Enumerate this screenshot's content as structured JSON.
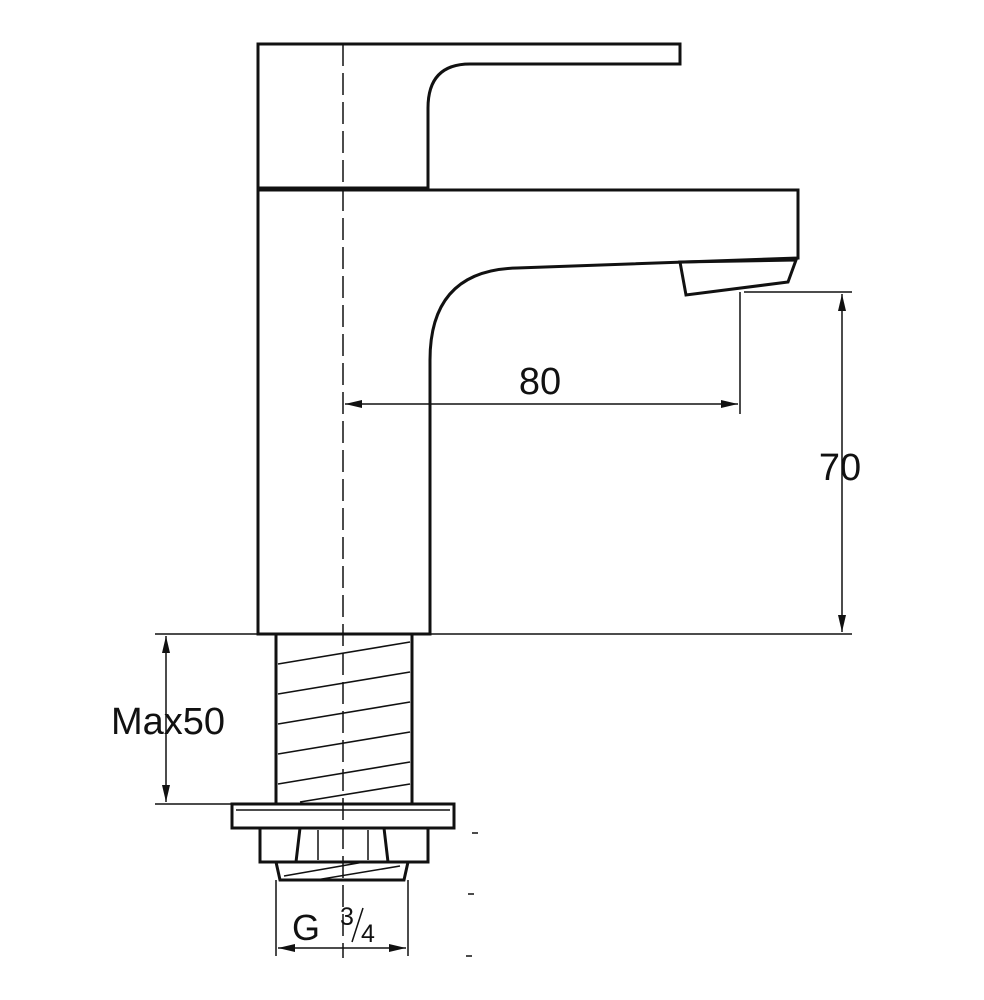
{
  "dimensions": {
    "spout_reach": "80",
    "spout_height": "70",
    "max_deck_thickness": "Max50",
    "connection_thread_prefix": "G",
    "connection_thread_numerator": "3",
    "connection_thread_denominator": "4"
  }
}
